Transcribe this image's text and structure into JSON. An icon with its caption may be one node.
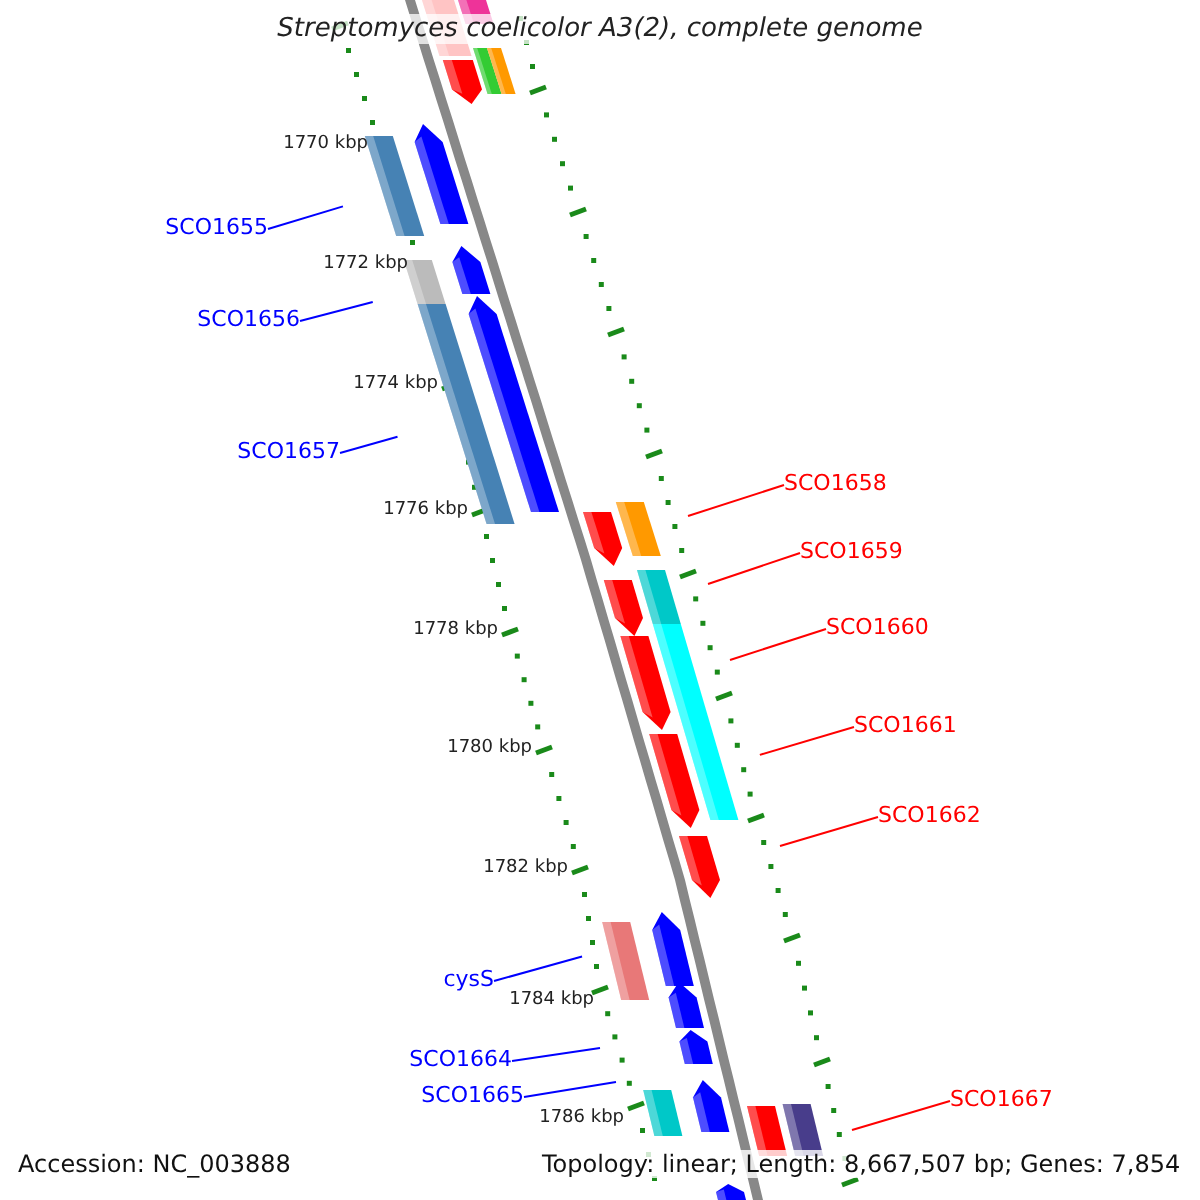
{
  "diagram": {
    "title": "Streptomyces coelicolor A3(2), complete genome",
    "nodes": [
      {
        "text": [
          "SCO1655"
        ]
      },
      {
        "text": [
          "SCO1656"
        ]
      },
      {
        "text": [
          "SCO1657"
        ]
      },
      {
        "text": [
          "SCO1658"
        ]
      },
      {
        "text": [
          "SCO1659"
        ]
      },
      {
        "text": [
          "SCO1660"
        ]
      },
      {
        "text": [
          "SCO1661"
        ]
      },
      {
        "text": [
          "SCO1662"
        ]
      },
      {
        "text": [
          "cysS"
        ]
      },
      {
        "text": [
          "SCO1664"
        ]
      },
      {
        "text": [
          "SCO1665"
        ]
      },
      {
        "text": [
          "SCO1667"
        ]
      }
    ],
    "edges": [
      {
        "from": 0,
        "to": null,
        "arrow": "none",
        "color": "#0000ff"
      },
      {
        "from": 1,
        "to": null,
        "arrow": "none",
        "color": "#0000ff"
      },
      {
        "from": 2,
        "to": null,
        "arrow": "none",
        "color": "#0000ff"
      },
      {
        "from": 3,
        "to": null,
        "arrow": "none",
        "color": "#ff0000"
      },
      {
        "from": 4,
        "to": null,
        "arrow": "none",
        "color": "#ff0000"
      },
      {
        "from": 5,
        "to": null,
        "arrow": "none",
        "color": "#ff0000"
      },
      {
        "from": 6,
        "to": null,
        "arrow": "none",
        "color": "#ff0000"
      },
      {
        "from": 7,
        "to": null,
        "arrow": "none",
        "color": "#ff0000"
      },
      {
        "from": 8,
        "to": null,
        "arrow": "none",
        "color": "#0000ff"
      },
      {
        "from": 9,
        "to": null,
        "arrow": "none",
        "color": "#0000ff"
      },
      {
        "from": 10,
        "to": null,
        "arrow": "none",
        "color": "#0000ff"
      },
      {
        "from": 11,
        "to": null,
        "arrow": "none",
        "color": "#ff0000"
      }
    ],
    "labels": [
      "1770 kbp",
      "1772 kbp",
      "1774 kbp",
      "1776 kbp",
      "1778 kbp",
      "1780 kbp",
      "1782 kbp",
      "1784 kbp",
      "1786 kbp",
      "Accession: NC_003888",
      "Topology: linear; Length: 8,667,507 bp; Genes: 7,854"
    ]
  }
}
